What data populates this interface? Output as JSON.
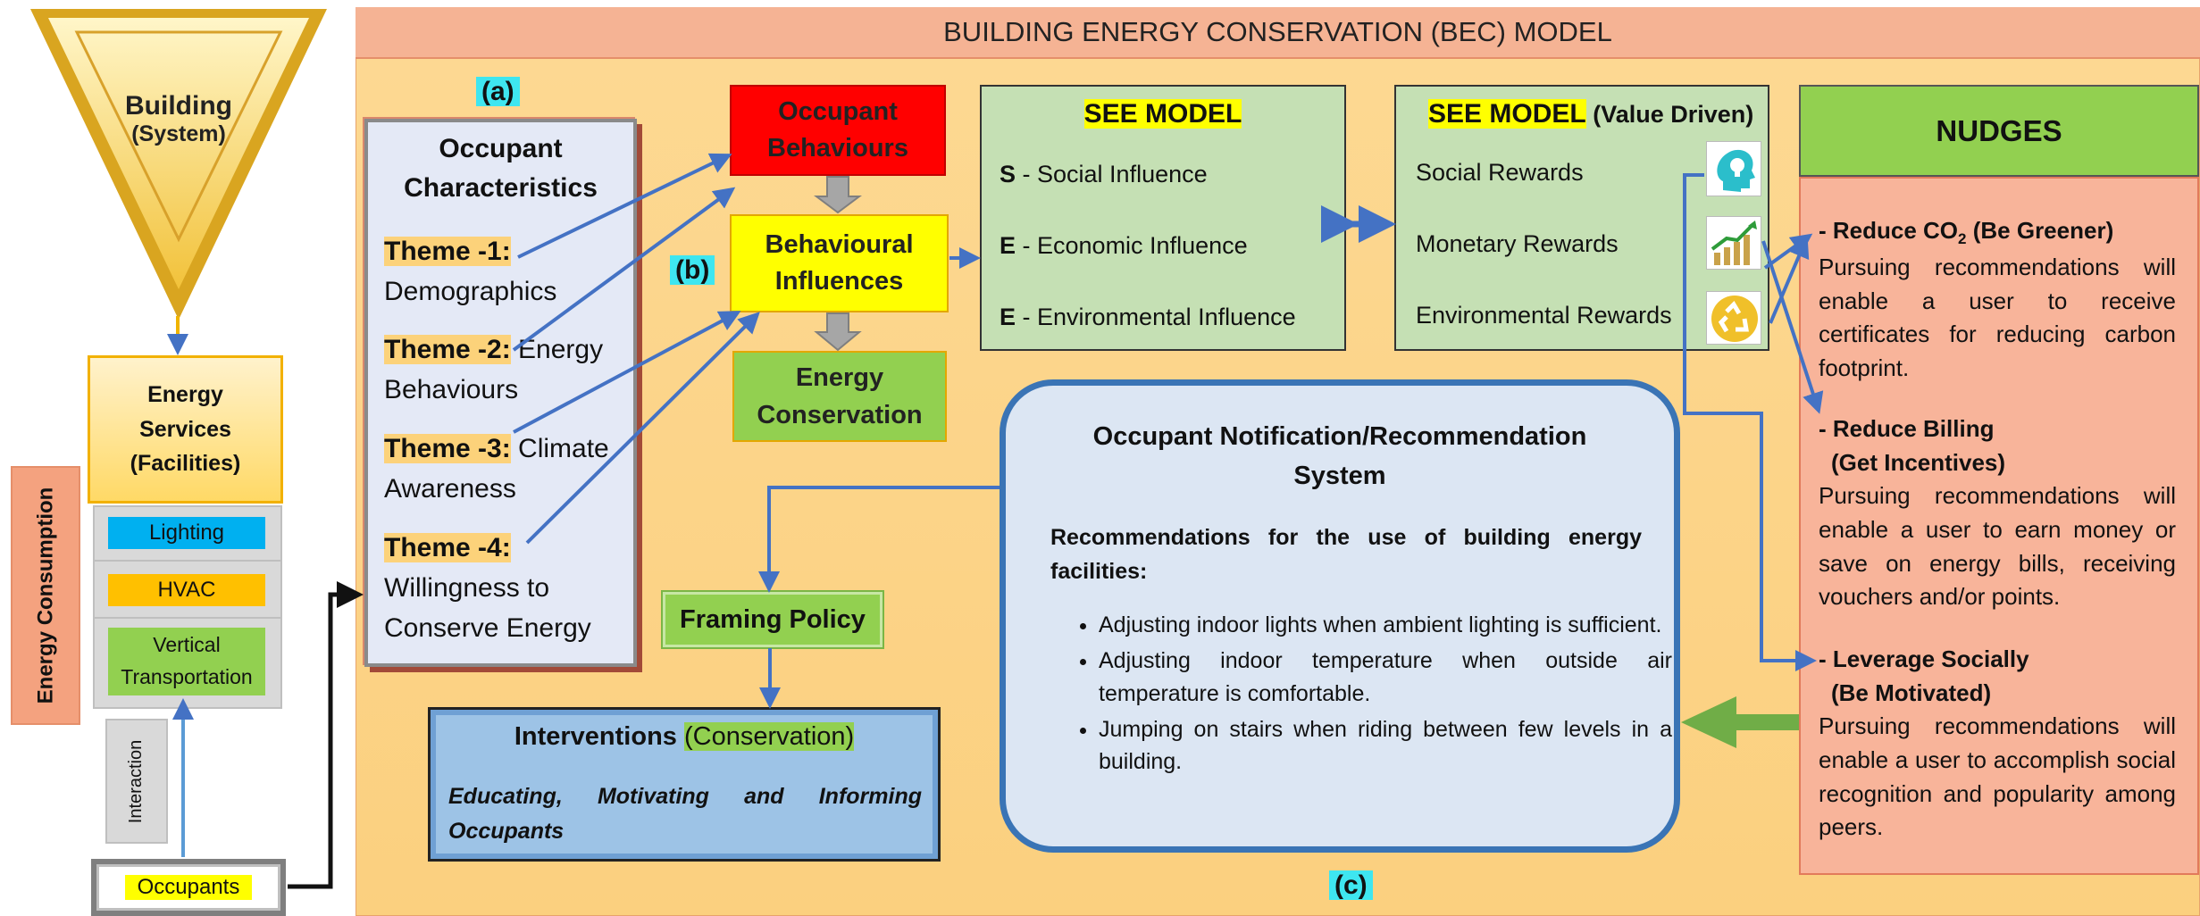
{
  "header": {
    "title": "BUILDING ENERGY CONSERVATION (BEC) MODEL"
  },
  "tags": {
    "a": "(a)",
    "b": "(b)",
    "c": "(c)"
  },
  "building": {
    "title": "Building",
    "subtitle": "(System)"
  },
  "energy_services": {
    "line1": "Energy",
    "line2": "Services",
    "line3": "(Facilities)"
  },
  "facilities": [
    "Lighting",
    "HVAC",
    "Vertical Transportation"
  ],
  "energy_consumption": "Energy Consumption",
  "interaction": "Interaction",
  "occupants": "Occupants",
  "occupant_characteristics": {
    "title_line1": "Occupant",
    "title_line2": "Characteristics",
    "themes": [
      {
        "label": "Theme -1:",
        "rest": "",
        "line2": "Demographics"
      },
      {
        "label": "Theme -2:",
        "rest": " Energy",
        "line2": "Behaviours"
      },
      {
        "label": "Theme -3:",
        "rest": " Climate",
        "line2": "Awareness"
      },
      {
        "label": "Theme -4:",
        "rest": "",
        "line2": "Willingness to",
        "line3": "Conserve Energy"
      }
    ]
  },
  "flow": {
    "occupant_behaviours": {
      "line1": "Occupant",
      "line2": "Behaviours"
    },
    "behavioural_influences": {
      "line1": "Behavioural",
      "line2": "Influences"
    },
    "energy_conservation": {
      "line1": "Energy",
      "line2": "Conservation"
    }
  },
  "see_model": {
    "title": "SEE MODEL",
    "items": [
      {
        "letter": "S",
        "text": " - Social Influence"
      },
      {
        "letter": "E",
        "text": " - Economic Influence"
      },
      {
        "letter": "E",
        "text": " - Environmental Influence"
      }
    ]
  },
  "see_model_value": {
    "title": "SEE MODEL",
    "suffix": " (Value Driven)",
    "items": [
      "Social Rewards",
      "Monetary Rewards",
      "Environmental Rewards"
    ],
    "icons": [
      "head-lightbulb-icon",
      "growth-chart-icon",
      "recycle-icon"
    ]
  },
  "nudges": {
    "title": "NUDGES",
    "items": [
      {
        "head_a": "- Reduce CO",
        "head_sub": "2",
        "head_b": " (Be Greener)",
        "head2": "",
        "body": "Pursuing recommendations will enable a user to receive certificates for reducing carbon footprint."
      },
      {
        "head_a": "- Reduce Billing",
        "head_sub": "",
        "head_b": "",
        "head2": "(Get Incentives)",
        "body": "Pursuing recommendations will enable a user to earn money or save on energy bills, receiving vouchers and/or points."
      },
      {
        "head_a": "- Leverage Socially",
        "head_sub": "",
        "head_b": "",
        "head2": "(Be Motivated)",
        "body": "Pursuing recommendations will enable a user to accomplish social recognition and popularity among peers."
      }
    ]
  },
  "notification": {
    "title_line1": "Occupant Notification/Recommendation",
    "title_line2": "System",
    "subtitle": "Recommendations for the use of building energy facilities:",
    "bullets": [
      "Adjusting indoor lights when ambient lighting is sufficient.",
      "Adjusting indoor temperature when outside air temperature is comfortable.",
      "Jumping on stairs when riding between few levels in a building."
    ]
  },
  "framing_policy": "Framing Policy",
  "interventions": {
    "title": "Interventions",
    "highlight": "(Conservation)",
    "body": "Educating, Motivating and Informing Occupants"
  },
  "colors": {
    "panel": "#fcd489",
    "header": "#f5b394",
    "red": "#ff0000",
    "yellow": "#ffff00",
    "green": "#92d050",
    "see_green": "#c5e0b4",
    "nudge_body": "#f8b49a",
    "blue_arrow": "#4472c4",
    "notif_border": "#3a74b5",
    "cyan_tag": "#3ee6f0"
  }
}
